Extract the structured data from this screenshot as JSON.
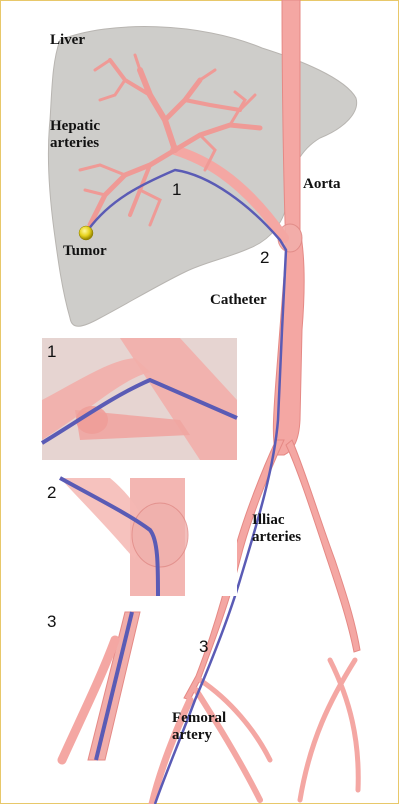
{
  "labels": {
    "liver": "Liver",
    "hepatic": "Hepatic\narteries",
    "aorta": "Aorta",
    "tumor": "Tumor",
    "catheter": "Catheter",
    "iliac": "Illiac\narteries",
    "femoral": "Femoral\nartery"
  },
  "markers": {
    "m1_main": "1",
    "m2_main": "2",
    "m3_main": "3",
    "m1_inset": "1",
    "m2_inset": "2",
    "m3_inset": "3"
  },
  "colors": {
    "vessel": "#f4a7a3",
    "vessel_edge": "#e58985",
    "liver": "#c8c6c3",
    "catheter": "#5a5bb5",
    "tumor": "#e5d31a",
    "frame": "#e8c86a"
  }
}
